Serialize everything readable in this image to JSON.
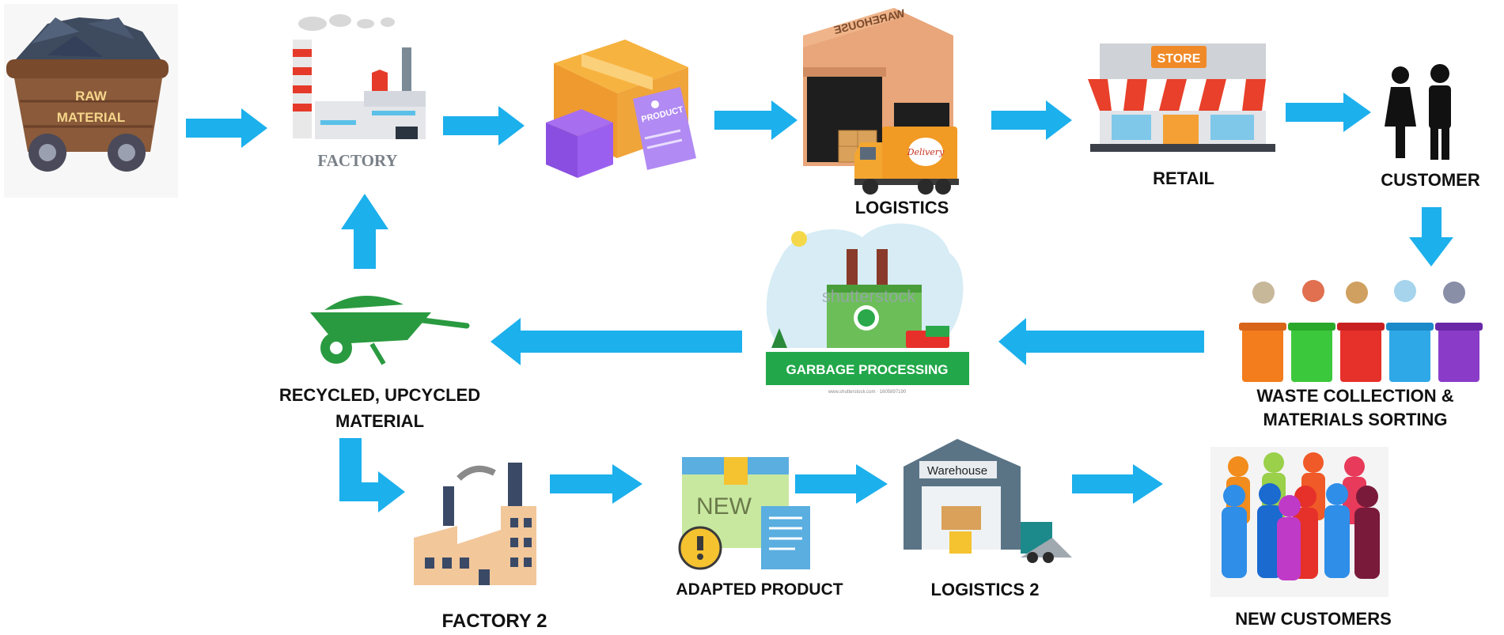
{
  "nodes": {
    "raw_material": {
      "label_line1": "RAW",
      "label_line2": "MATERIAL"
    },
    "factory": {
      "label": "FACTORY"
    },
    "product": {
      "tag": "PRODUCT"
    },
    "warehouse": {
      "sign": "WAREHOUSE",
      "truck_text": "Delivery"
    },
    "logistics": {
      "label": "LOGISTICS"
    },
    "retail": {
      "sign": "STORE",
      "label": "RETAIL"
    },
    "customer": {
      "label": "CUSTOMER"
    },
    "waste": {
      "label_line1": "WASTE COLLECTION &",
      "label_line2": "MATERIALS SORTING"
    },
    "garbage": {
      "label": "GARBAGE PROCESSING",
      "watermark": "shutterstock",
      "footer": "www.shutterstock.com · 1605897190"
    },
    "recycled": {
      "label_line1": "RECYCLED, UPCYCLED",
      "label_line2": "MATERIAL"
    },
    "factory2": {
      "label": "FACTORY 2"
    },
    "adapted": {
      "icon_text": "NEW",
      "label": "ADAPTED PRODUCT"
    },
    "logistics2": {
      "sign": "Warehouse",
      "label": "LOGISTICS 2"
    },
    "new_customers": {
      "label": "NEW CUSTOMERS"
    }
  },
  "colors": {
    "arrow": "#1cb0ec",
    "garbage_banner": "#22a84a",
    "cart": "#8a5a3a",
    "ore": "#3e4a5e"
  },
  "icons": [
    "ore-cart-icon",
    "factory-icon",
    "product-box-icon",
    "warehouse-icon",
    "delivery-truck-icon",
    "store-icon",
    "people-icon",
    "waste-bins-icon",
    "garbage-plant-icon",
    "wheelbarrow-icon",
    "factory2-icon",
    "new-product-icon",
    "warehouse2-icon",
    "crowd-icon"
  ]
}
